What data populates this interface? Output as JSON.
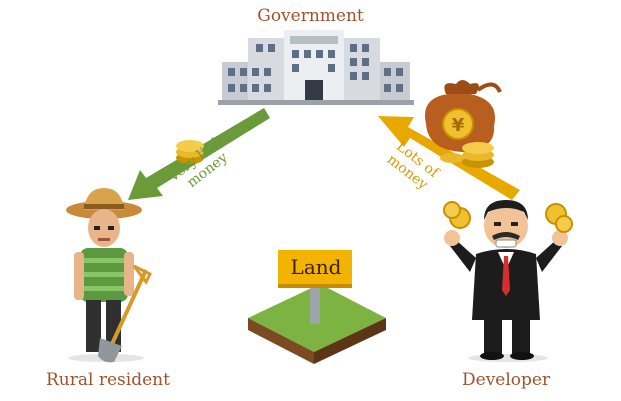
{
  "labels": {
    "government": "Government",
    "rural_resident": "Rural resident",
    "developer": "Developer",
    "land": "Land"
  },
  "arrows": {
    "to_rural": {
      "line1": "Very little",
      "line2": "money"
    },
    "from_developer": {
      "line1": "Lots of",
      "line2": "money"
    }
  },
  "money_bag_symbol": "¥",
  "icons": [
    "government-building-icon",
    "rural-resident-figure",
    "developer-figure",
    "land-sign-icon",
    "money-bag-icon",
    "coin-stack-icon"
  ],
  "colors": {
    "label_text": "#a0522d",
    "little_arrow": "#6a9a3a",
    "lots_arrow": "#e8a800",
    "sign": "#f2b400",
    "grass": "#7cb342"
  }
}
